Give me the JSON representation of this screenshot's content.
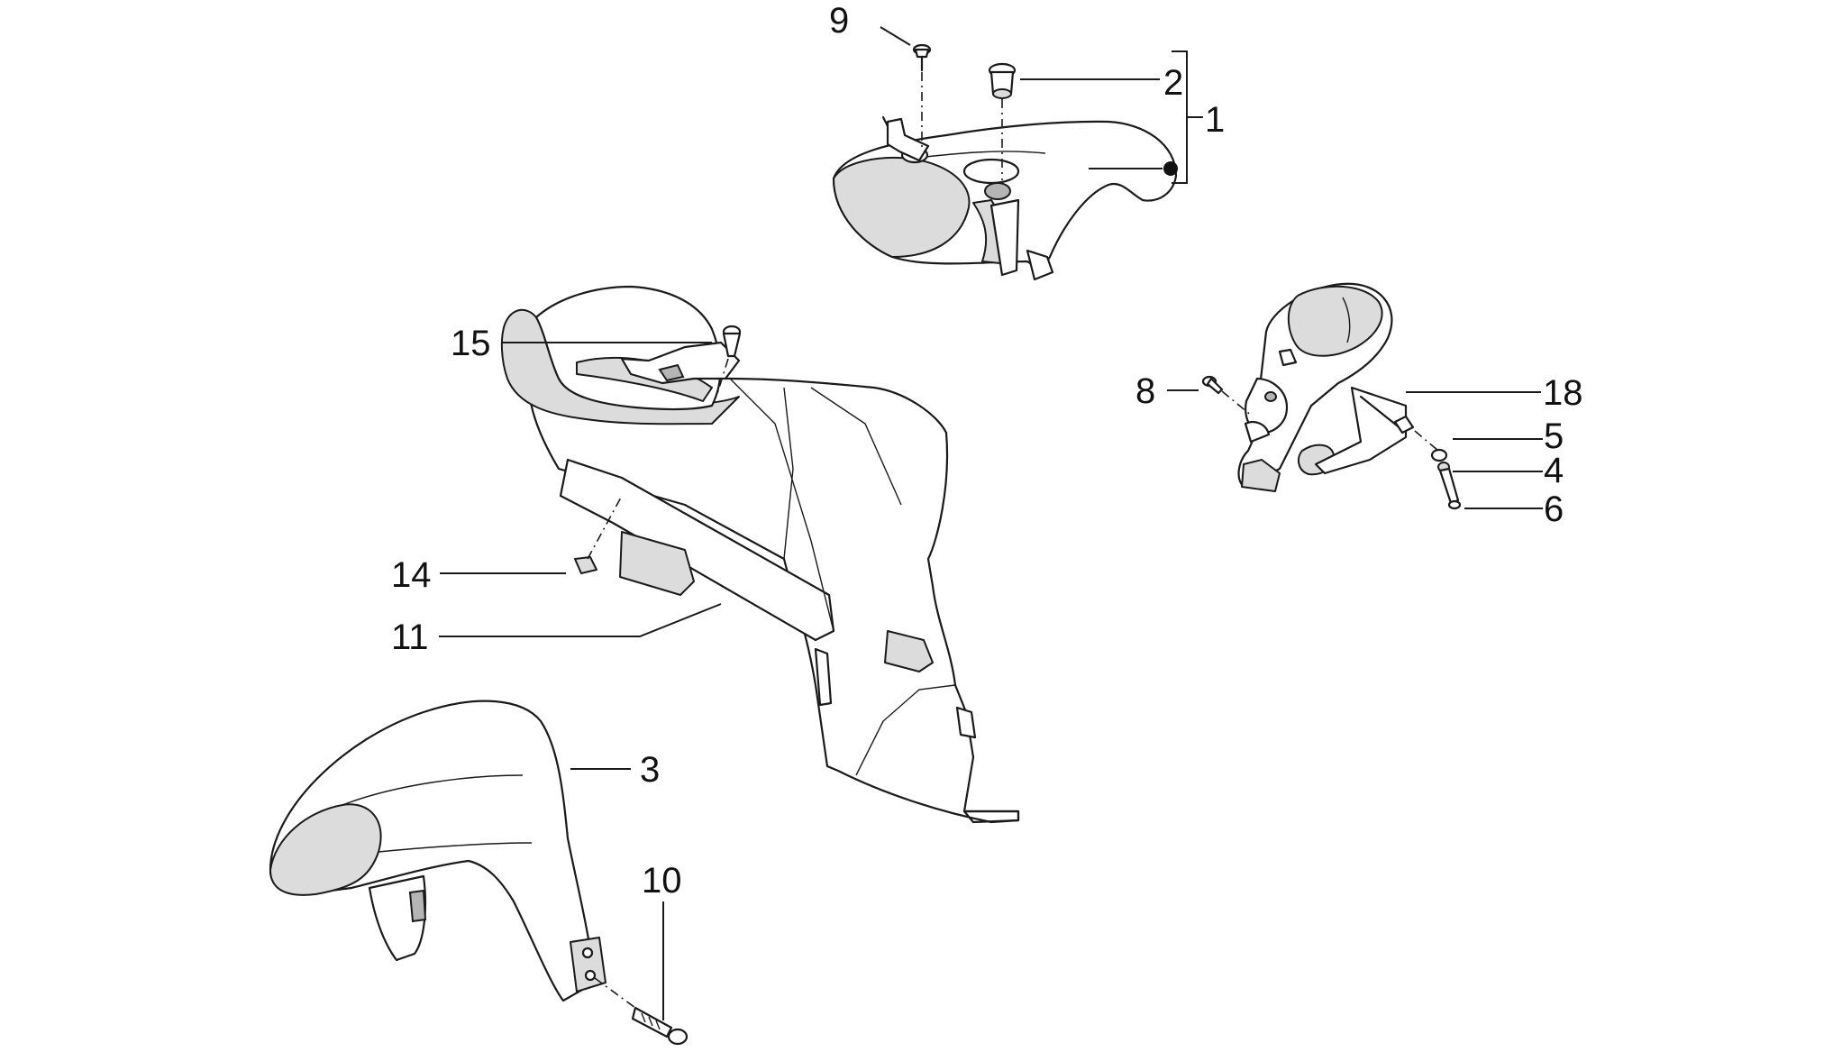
{
  "callouts": [
    {
      "id": "c9",
      "label": "9"
    },
    {
      "id": "c2",
      "label": "2"
    },
    {
      "id": "c1",
      "label": "1"
    },
    {
      "id": "c15",
      "label": "15"
    },
    {
      "id": "c8",
      "label": "8"
    },
    {
      "id": "c18",
      "label": "18"
    },
    {
      "id": "c5",
      "label": "5"
    },
    {
      "id": "c4",
      "label": "4"
    },
    {
      "id": "c6",
      "label": "6"
    },
    {
      "id": "c14",
      "label": "14"
    },
    {
      "id": "c11",
      "label": "11"
    },
    {
      "id": "c3",
      "label": "3"
    },
    {
      "id": "c10",
      "label": "10"
    }
  ]
}
